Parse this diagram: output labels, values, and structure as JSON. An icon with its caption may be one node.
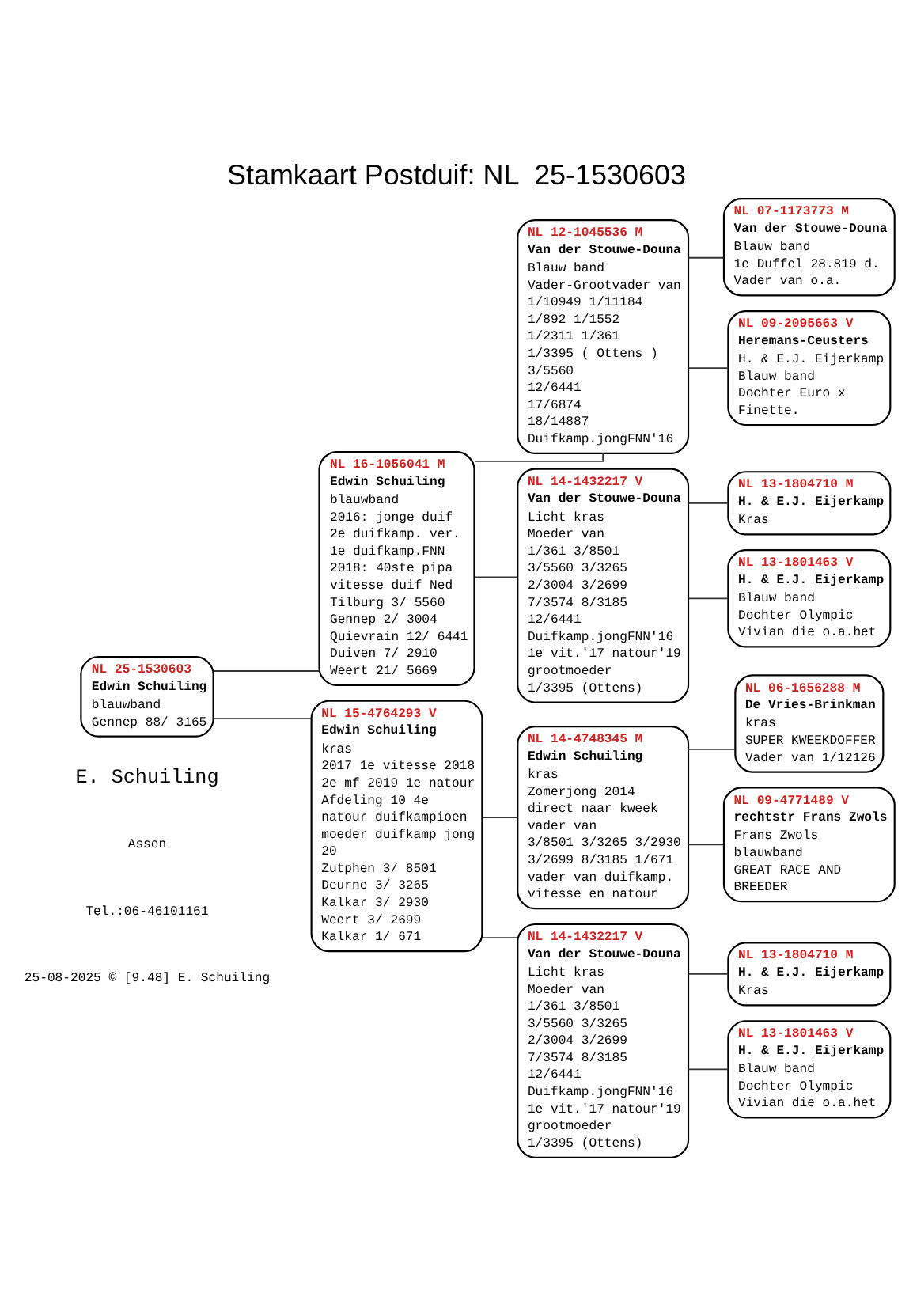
{
  "diagram": {
    "title": "Stamkaart Postduif: NL  25-1530603",
    "nodes": [
      {
        "text": [
          "NL 25-1530603",
          "Edwin Schuiling",
          "blauwband",
          "Gennep 88/ 3165"
        ]
      },
      {
        "text": [
          "NL 16-1056041 M",
          "Edwin Schuiling",
          "blauwband",
          "2016: jonge duif",
          "2e duifkamp. ver.",
          "1e duifkamp.FNN",
          "2018: 40ste pipa",
          "vitesse duif Ned",
          "Tilburg 3/ 5560",
          "Gennep 2/ 3004",
          "Quievrain 12/ 6441",
          "Duiven 7/ 2910",
          "Weert 21/ 5669"
        ]
      },
      {
        "text": [
          "NL 12-1045536 M",
          "Van der Stouwe-Douna",
          "Blauw band",
          "Vader-Grootvader van",
          "1/10949 1/11184",
          "1/892 1/1552",
          "1/2311 1/361",
          "1/3395 ( Ottens )",
          "3/5560",
          "12/6441",
          "17/6874",
          "18/14887",
          "Duifkamp.jongFNN'16"
        ]
      },
      {
        "text": [
          "NL 07-1173773 M",
          "Van der Stouwe-Douna",
          "Blauw band",
          "1e Duffel 28.819 d.",
          "Vader van o.a."
        ]
      },
      {
        "text": [
          "NL 09-2095663 V",
          "Heremans-Ceusters",
          "H. & E.J. Eijerkamp",
          "Blauw band",
          "Dochter Euro x",
          "Finette."
        ]
      },
      {
        "text": [
          "NL 14-1432217 V",
          "Van der Stouwe-Douna",
          "Licht kras",
          "Moeder van",
          "1/361 3/8501",
          "3/5560 3/3265",
          "2/3004 3/2699",
          "7/3574 8/3185",
          "12/6441",
          "Duifkamp.jongFNN'16",
          "1e vit.'17 natour'19",
          "grootmoeder",
          "1/3395 (Ottens)"
        ]
      },
      {
        "text": [
          "NL 13-1804710 M",
          "H. & E.J. Eijerkamp",
          "Kras"
        ]
      },
      {
        "text": [
          "NL 13-1801463 V",
          "H. & E.J. Eijerkamp",
          "Blauw band",
          "Dochter Olympic",
          "Vivian die o.a.het"
        ]
      },
      {
        "text": [
          "NL 15-4764293 V",
          "Edwin Schuiling",
          "kras",
          "2017 1e vitesse 2018",
          "2e mf 2019 1e natour",
          "Afdeling 10 4e",
          "natour duifkampioen",
          "moeder duifkamp jong",
          "20",
          "Zutphen 3/ 8501",
          "Deurne 3/ 3265",
          "Kalkar 3/ 2930",
          "Weert 3/ 2699",
          "Kalkar 1/ 671"
        ]
      },
      {
        "text": [
          "NL 14-4748345 M",
          "Edwin Schuiling",
          "kras",
          "Zomerjong 2014",
          "direct naar kweek",
          "vader van",
          "3/8501 3/3265 3/2930",
          "3/2699 8/3185 1/671",
          "vader van duifkamp.",
          "vitesse en natour"
        ]
      },
      {
        "text": [
          "NL 06-1656288 M",
          "De Vries-Brinkman",
          "kras",
          "SUPER KWEEKDOFFER",
          "Vader van 1/12126"
        ]
      },
      {
        "text": [
          "NL 09-4771489 V",
          "rechtstr Frans Zwols",
          "Frans Zwols",
          "blauwband",
          "GREAT RACE AND",
          "BREEDER"
        ]
      },
      {
        "text": [
          "NL 14-1432217 V",
          "Van der Stouwe-Douna",
          "Licht kras",
          "Moeder van",
          "1/361 3/8501",
          "3/5560 3/3265",
          "2/3004 3/2699",
          "7/3574 8/3185",
          "12/6441",
          "Duifkamp.jongFNN'16",
          "1e vit.'17 natour'19",
          "grootmoeder",
          "1/3395 (Ottens)"
        ]
      },
      {
        "text": [
          "NL 13-1804710 M",
          "H. & E.J. Eijerkamp",
          "Kras"
        ]
      },
      {
        "text": [
          "NL 13-1801463 V",
          "H. & E.J. Eijerkamp",
          "Blauw band",
          "Dochter Olympic",
          "Vivian die o.a.het"
        ]
      }
    ],
    "edges": [
      {
        "from": 0,
        "to": 1,
        "arrow": "none"
      },
      {
        "from": 0,
        "to": 8,
        "arrow": "none"
      },
      {
        "from": 1,
        "to": 2,
        "arrow": "none"
      },
      {
        "from": 1,
        "to": 5,
        "arrow": "none"
      },
      {
        "from": 2,
        "to": 3,
        "arrow": "none"
      },
      {
        "from": 2,
        "to": 4,
        "arrow": "none"
      },
      {
        "from": 5,
        "to": 6,
        "arrow": "none"
      },
      {
        "from": 5,
        "to": 7,
        "arrow": "none"
      },
      {
        "from": 8,
        "to": 9,
        "arrow": "none"
      },
      {
        "from": 8,
        "to": 12,
        "arrow": "none"
      },
      {
        "from": 9,
        "to": 10,
        "arrow": "none"
      },
      {
        "from": 9,
        "to": 11,
        "arrow": "none"
      },
      {
        "from": 12,
        "to": 13,
        "arrow": "none"
      },
      {
        "from": 12,
        "to": 14,
        "arrow": "none"
      }
    ],
    "labels": [
      "E. Schuiling",
      "Assen",
      "Tel.:06-46101161",
      "25-08-2025 © [9.48] E. Schuiling"
    ]
  }
}
